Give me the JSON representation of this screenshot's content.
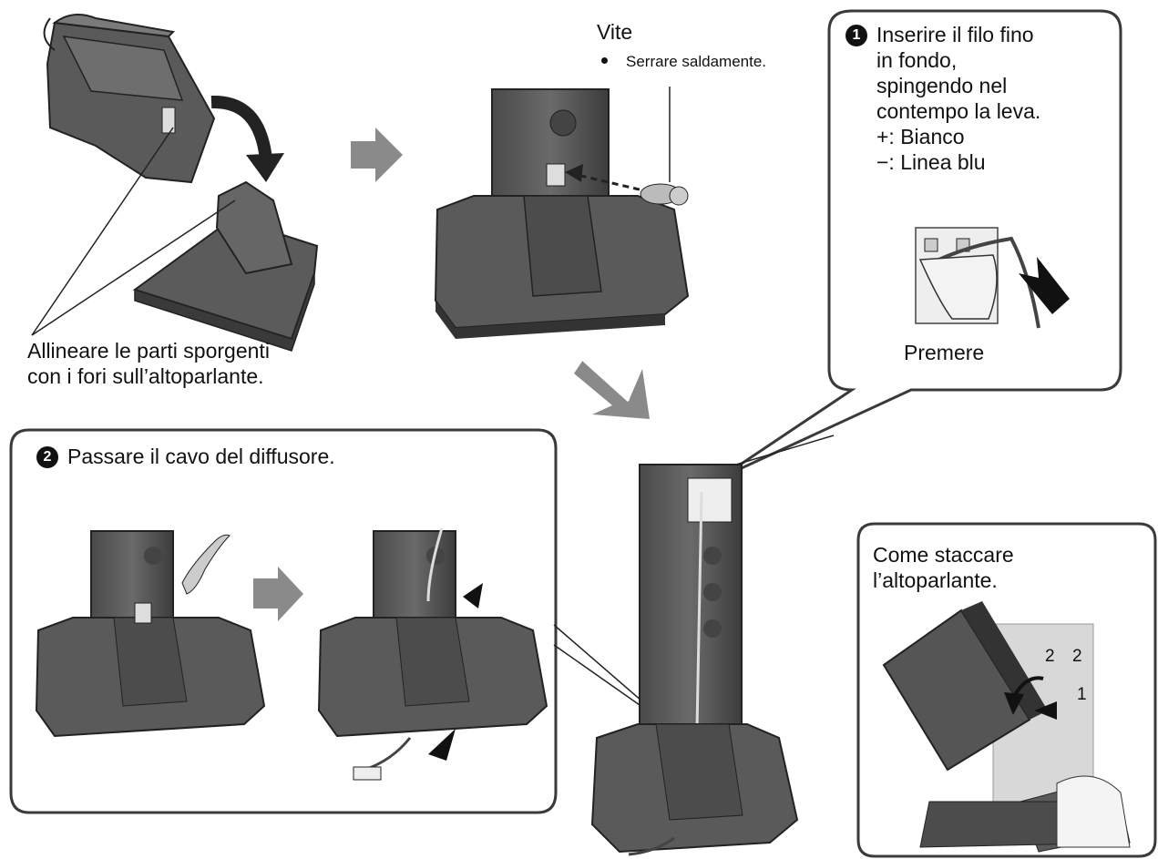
{
  "labels": {
    "screw_title": "Vite",
    "screw_note": "Serrare saldamente.",
    "align_line1": "Allineare le parti sporgenti",
    "align_line2": "con i fori sull’altoparlante.",
    "premere": "Premere"
  },
  "step1": {
    "number": "1",
    "lines": [
      "Inserire il filo fino",
      "in fondo,",
      "spingendo nel",
      "contempo la leva.",
      "+: Bianco",
      "−: Linea blu"
    ]
  },
  "step2": {
    "number": "2",
    "title": "Passare il cavo del diffusore."
  },
  "detach": {
    "line1": "Come staccare",
    "line2": "l’altoparlante.",
    "marks": [
      "2",
      "2",
      "1"
    ]
  }
}
